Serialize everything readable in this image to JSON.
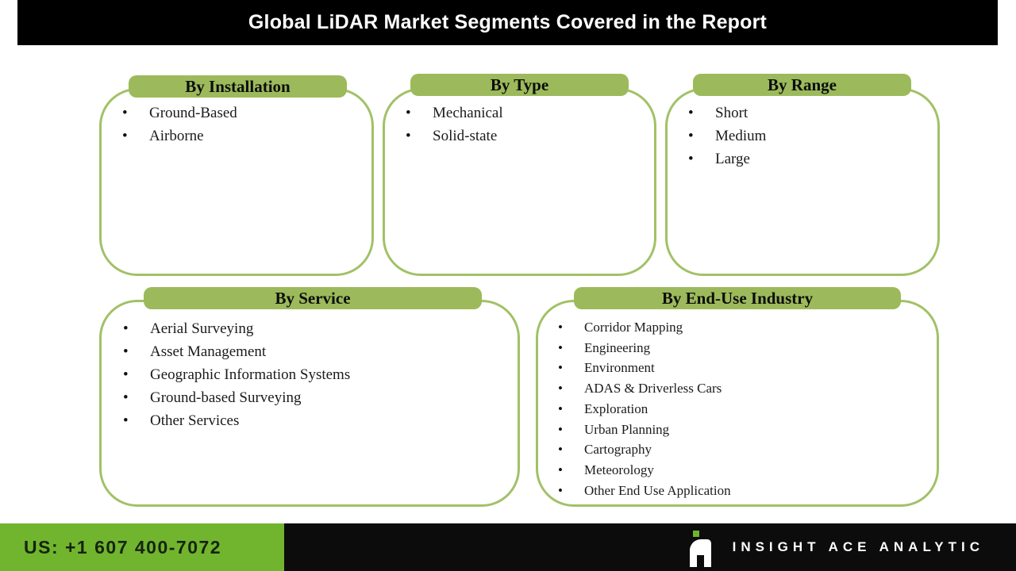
{
  "header": {
    "title": "Global LiDAR Market Segments Covered in the Report"
  },
  "boxes": [
    {
      "label": "By Installation",
      "items": [
        "Ground-Based",
        "Airborne"
      ]
    },
    {
      "label": "By Type",
      "items": [
        "Mechanical",
        "Solid-state"
      ]
    },
    {
      "label": "By Range",
      "items": [
        "Short",
        "Medium",
        "Large"
      ]
    },
    {
      "label": "By Service",
      "items": [
        "Aerial Surveying",
        "Asset Management",
        "Geographic Information Systems",
        "Ground-based Surveying",
        "Other Services"
      ]
    },
    {
      "label": "By End-Use Industry",
      "items": [
        "Corridor Mapping",
        "Engineering",
        "Environment",
        "ADAS & Driverless Cars",
        "Exploration",
        "Urban Planning",
        "Cartography",
        "Meteorology",
        "Other End Use Application"
      ]
    }
  ],
  "footer": {
    "phone": "US: +1 607 400-7072",
    "brand": "INSIGHT ACE ANALYTIC",
    "logo": "ia-monogram-icon"
  },
  "colors": {
    "header_black": "#000000",
    "tab_green": "#9cba5b",
    "border_green": "#a2c167",
    "footer_green": "#71b52f",
    "footer_black": "#0c0c0c",
    "logo_dot_green": "#6fb52c",
    "text_dark": "#1b1b1b"
  }
}
